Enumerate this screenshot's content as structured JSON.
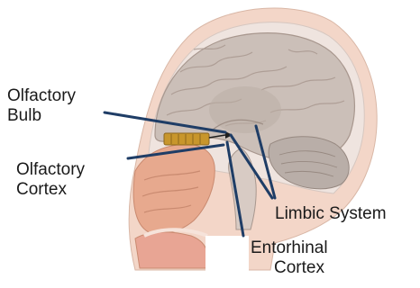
{
  "labels": {
    "olfactory_bulb": [
      "Olfactory",
      "Bulb"
    ],
    "olfactory_cortex": [
      "Olfactory",
      "Cortex"
    ],
    "limbic_system": "Limbic System",
    "entorhinal_cortex": [
      "Entorhinal",
      "Cortex"
    ]
  },
  "colors": {
    "skin": "#f3d6c8",
    "skull": "#efe4df",
    "brain": "#cbbfb8",
    "brain_shadow": "#b5a79f",
    "cerebellum": "#b9aea8",
    "nasal": "#e7a98e",
    "bulb": "#c8962c",
    "leader_line": "#1f3d66"
  }
}
